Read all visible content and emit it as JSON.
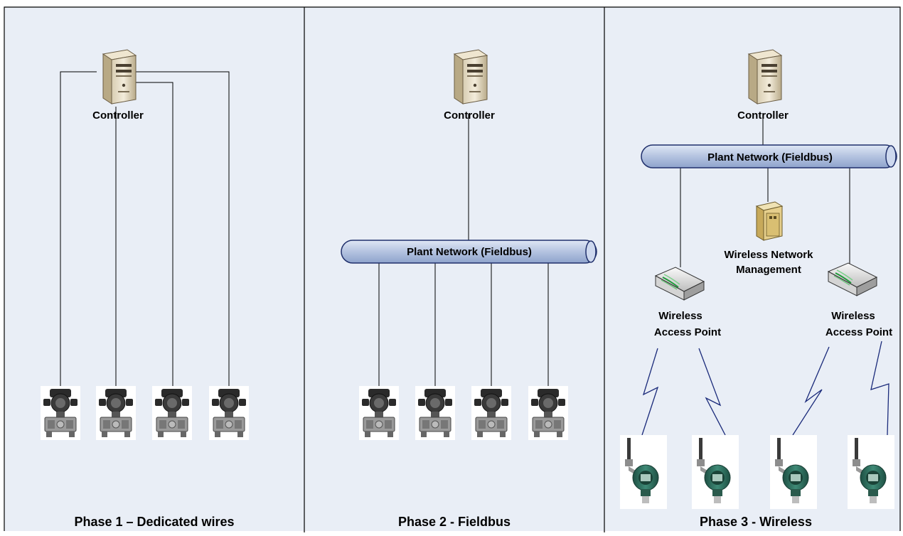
{
  "panels": [
    {
      "caption": "Phase 1 – Dedicated wires",
      "controller_label": "Controller",
      "device_count": 4
    },
    {
      "caption": "Phase 2 - Fieldbus",
      "controller_label": "Controller",
      "network_label": "Plant Network (Fieldbus)",
      "device_count": 4
    },
    {
      "caption": "Phase 3 - Wireless",
      "controller_label": "Controller",
      "network_label": "Plant Network (Fieldbus)",
      "management_label_line1": "Wireless Network",
      "management_label_line2": "Management",
      "access_point_left_line1": "Wireless",
      "access_point_left_line2": "Access Point",
      "access_point_right_line1": "Wireless",
      "access_point_right_line2": "Access Point",
      "device_count": 4
    }
  ],
  "colors": {
    "panel_background": "#e9eef6",
    "border": "#000000",
    "pipe_fill": "#b4c3e0",
    "pipe_stroke": "#1f2f6b",
    "signal_stroke": "#1a2a7a",
    "wireless_device": "#2c6a5a"
  }
}
